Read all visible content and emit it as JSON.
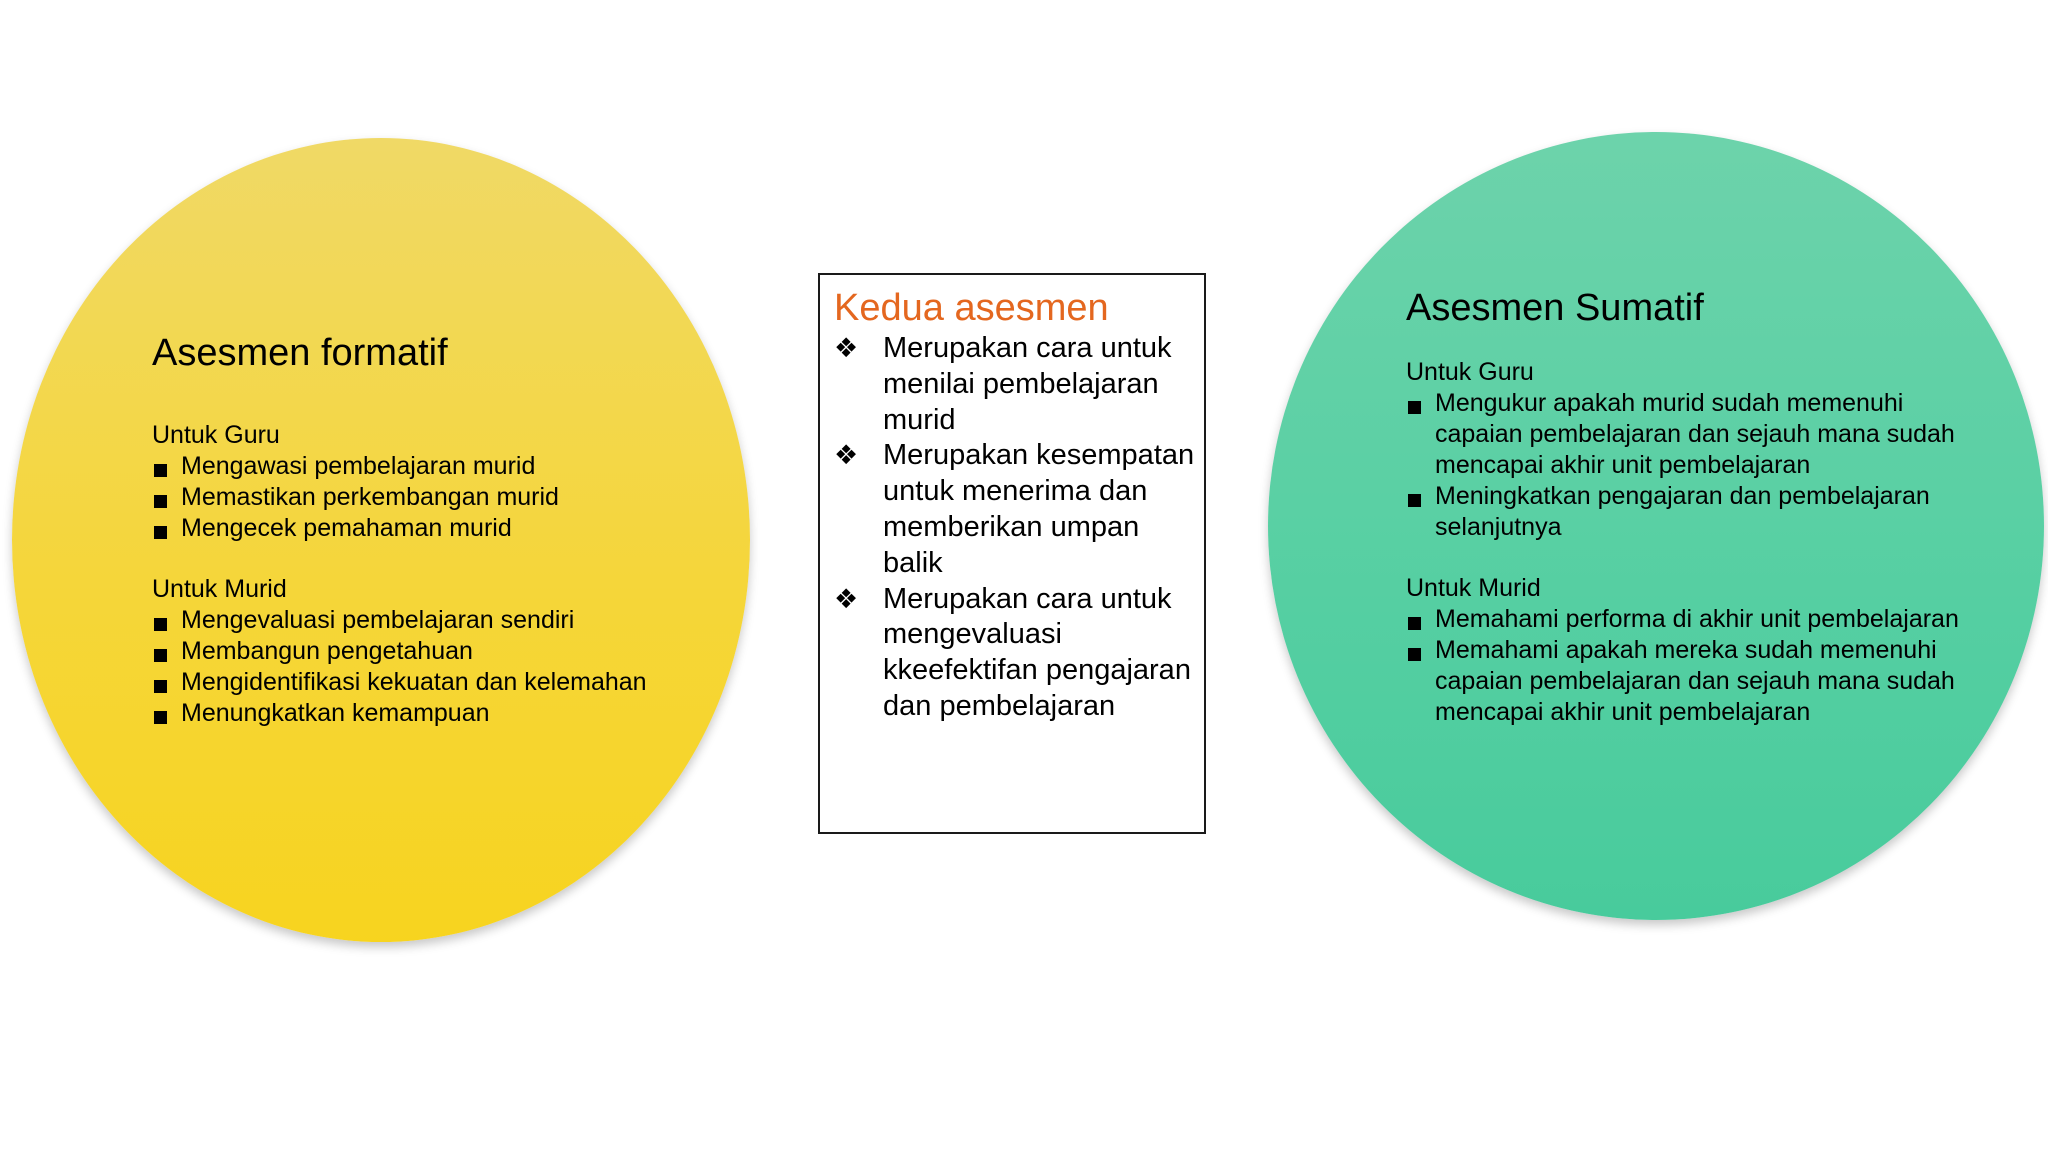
{
  "left": {
    "title": "Asesmen formatif",
    "groups": [
      {
        "heading": "Untuk Guru",
        "items": [
          "Mengawasi pembelajaran murid",
          "Memastikan perkembangan murid",
          "Mengecek pemahaman murid"
        ]
      },
      {
        "heading": "Untuk Murid",
        "items": [
          "Mengevaluasi pembelajaran sendiri",
          "Membangun pengetahuan",
          "Mengidentifikasi kekuatan dan kelemahan",
          "Menungkatkan kemampuan"
        ]
      }
    ]
  },
  "center": {
    "title": "Kedua asesmen",
    "bullet": "❖",
    "items": [
      "Merupakan cara untuk menilai pembelajaran murid",
      "Merupakan kesempatan untuk menerima dan memberikan umpan balik",
      "Merupakan cara untuk mengevaluasi kkeefektifan pengajaran dan pembelajaran"
    ]
  },
  "right": {
    "title": "Asesmen Sumatif",
    "groups": [
      {
        "heading": "Untuk Guru",
        "items": [
          "Mengukur apakah murid sudah memenuhi capaian pembelajaran dan sejauh mana sudah mencapai akhir unit pembelajaran",
          "Meningkatkan pengajaran dan pembelajaran selanjutnya"
        ]
      },
      {
        "heading": "Untuk Murid",
        "items": [
          "Memahami performa di akhir unit pembelajaran",
          "Memahami apakah mereka sudah memenuhi capaian pembelajaran dan sejauh mana sudah mencapai akhir unit pembelajaran"
        ]
      }
    ]
  },
  "colors": {
    "formatif_circle": "#f5d63a",
    "sumatif_circle": "#55cfa2",
    "center_title": "#e4671f"
  }
}
